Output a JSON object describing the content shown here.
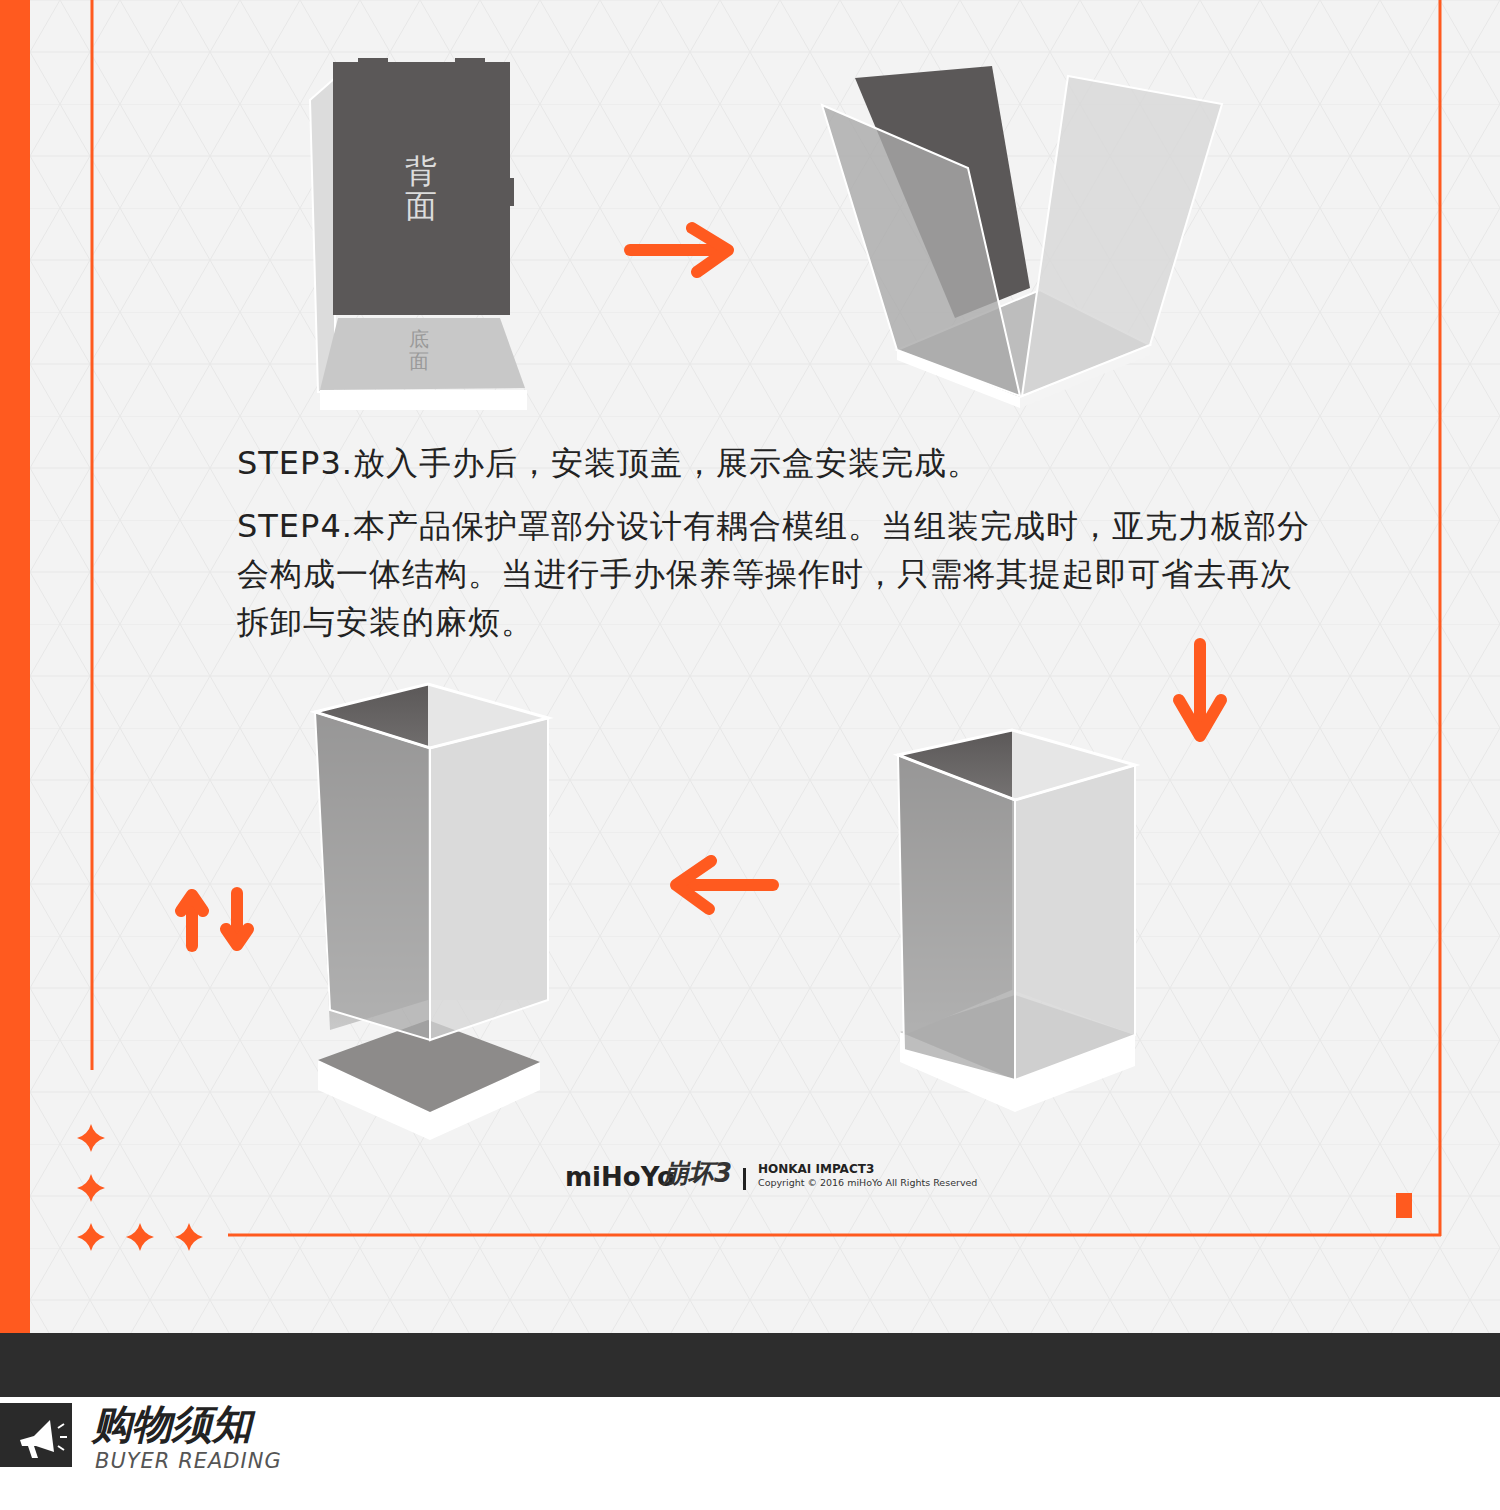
{
  "diagram": {
    "nodes": [
      {
        "text": [
          "背面"
        ]
      },
      {
        "text": [
          "底面"
        ]
      }
    ],
    "labels": [
      "STEP3.放入手办后，安装顶盖，展示盒安装完成。",
      "STEP4.本产品保护罩部分设计有耦合模组。当组装完成时，亚克力板部分会构成一体结构。当进行手办保养等操作时，只需将其提起即可省去再次拆卸与安装的麻烦。",
      "miHoYo",
      "崩坏3",
      "HONKAI IMPACT3",
      "Copyright © 2016 miHoYo All Rights Reserved",
      "购物须知",
      "BUYER READING"
    ]
  }
}
